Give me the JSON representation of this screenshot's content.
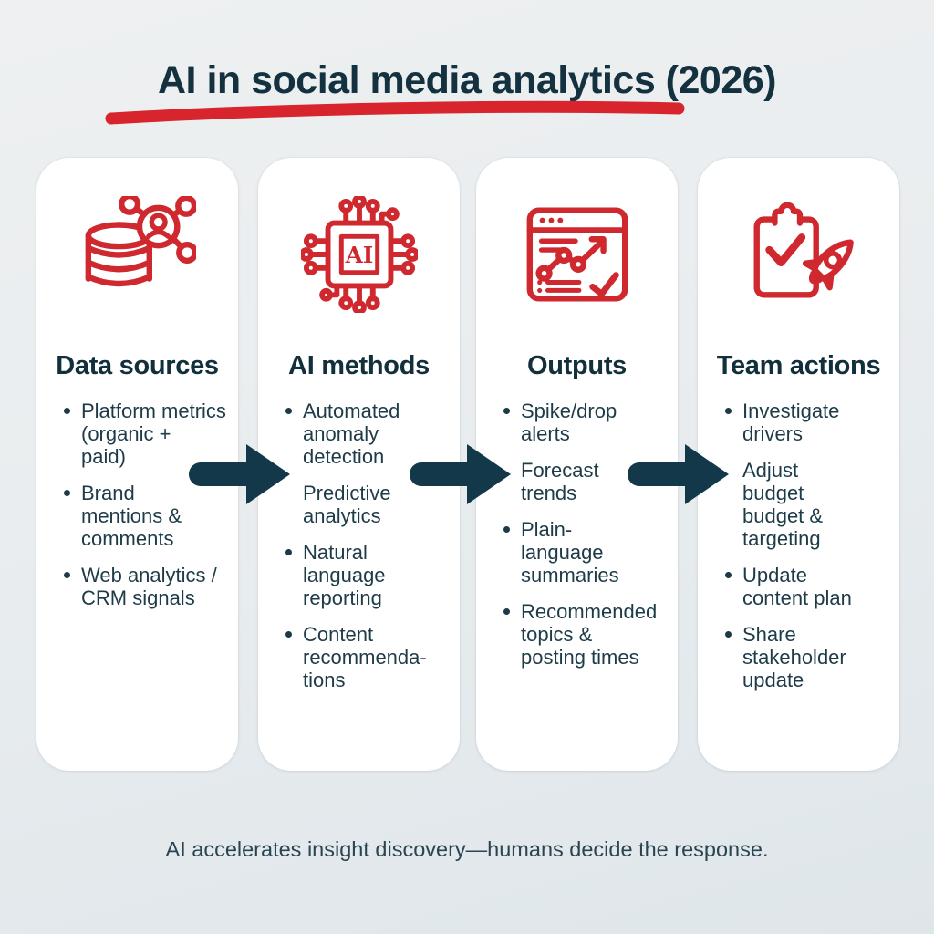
{
  "title": "AI in social media analytics (2026)",
  "footer": "AI accelerates insight discovery—humans decide the response.",
  "colors": {
    "accent_red": "#D0282F",
    "underline_red": "#D8242C",
    "heading_navy": "#122F3C",
    "body_text_navy": "#1E3B48",
    "arrow_navy": "#133849",
    "card_bg": "#FFFFFF",
    "page_bg": "#E8ECEF"
  },
  "columns": [
    {
      "id": "data-sources",
      "icon": "database-network-icon",
      "heading": "Data sources",
      "items": [
        {
          "bullet": true,
          "lines": [
            "Platform metrics",
            "(organic +",
            "paid)"
          ]
        },
        {
          "bullet": true,
          "lines": [
            "Brand",
            "mentions &",
            "comments"
          ]
        },
        {
          "bullet": true,
          "lines": [
            "Web analytics /",
            "CRM signals"
          ]
        }
      ]
    },
    {
      "id": "ai-methods",
      "icon": "ai-chip-icon",
      "heading": "AI methods",
      "items": [
        {
          "bullet": true,
          "lines": [
            "Automated",
            "anomaly",
            "detection"
          ]
        },
        {
          "bullet": false,
          "lines": [
            "Predictive",
            "analytics"
          ]
        },
        {
          "bullet": true,
          "lines": [
            "Natural",
            "language",
            "reporting"
          ]
        },
        {
          "bullet": true,
          "lines": [
            "Content",
            "recommenda-",
            "tions"
          ]
        }
      ]
    },
    {
      "id": "outputs",
      "icon": "analytics-dashboard-icon",
      "heading": "Outputs",
      "items": [
        {
          "bullet": true,
          "lines": [
            "Spike/drop",
            "alerts"
          ]
        },
        {
          "bullet": false,
          "lines": [
            "Forecast",
            "trends"
          ]
        },
        {
          "bullet": true,
          "lines": [
            "Plain-",
            "language",
            "summaries"
          ]
        },
        {
          "bullet": true,
          "lines": [
            "Recommended",
            "topics &",
            "posting times"
          ]
        }
      ]
    },
    {
      "id": "team-actions",
      "icon": "clipboard-rocket-icon",
      "heading": "Team actions",
      "items": [
        {
          "bullet": true,
          "lines": [
            "Investigate",
            "drivers"
          ]
        },
        {
          "bullet": false,
          "lines": [
            "Adjust",
            "budget",
            "budget &",
            "targeting"
          ]
        },
        {
          "bullet": true,
          "lines": [
            "Update",
            "content plan"
          ]
        },
        {
          "bullet": true,
          "lines": [
            "Share",
            "stakeholder",
            "update"
          ]
        }
      ]
    }
  ],
  "arrows": [
    {
      "name": "flow-arrow-1"
    },
    {
      "name": "flow-arrow-2"
    },
    {
      "name": "flow-arrow-3"
    }
  ]
}
